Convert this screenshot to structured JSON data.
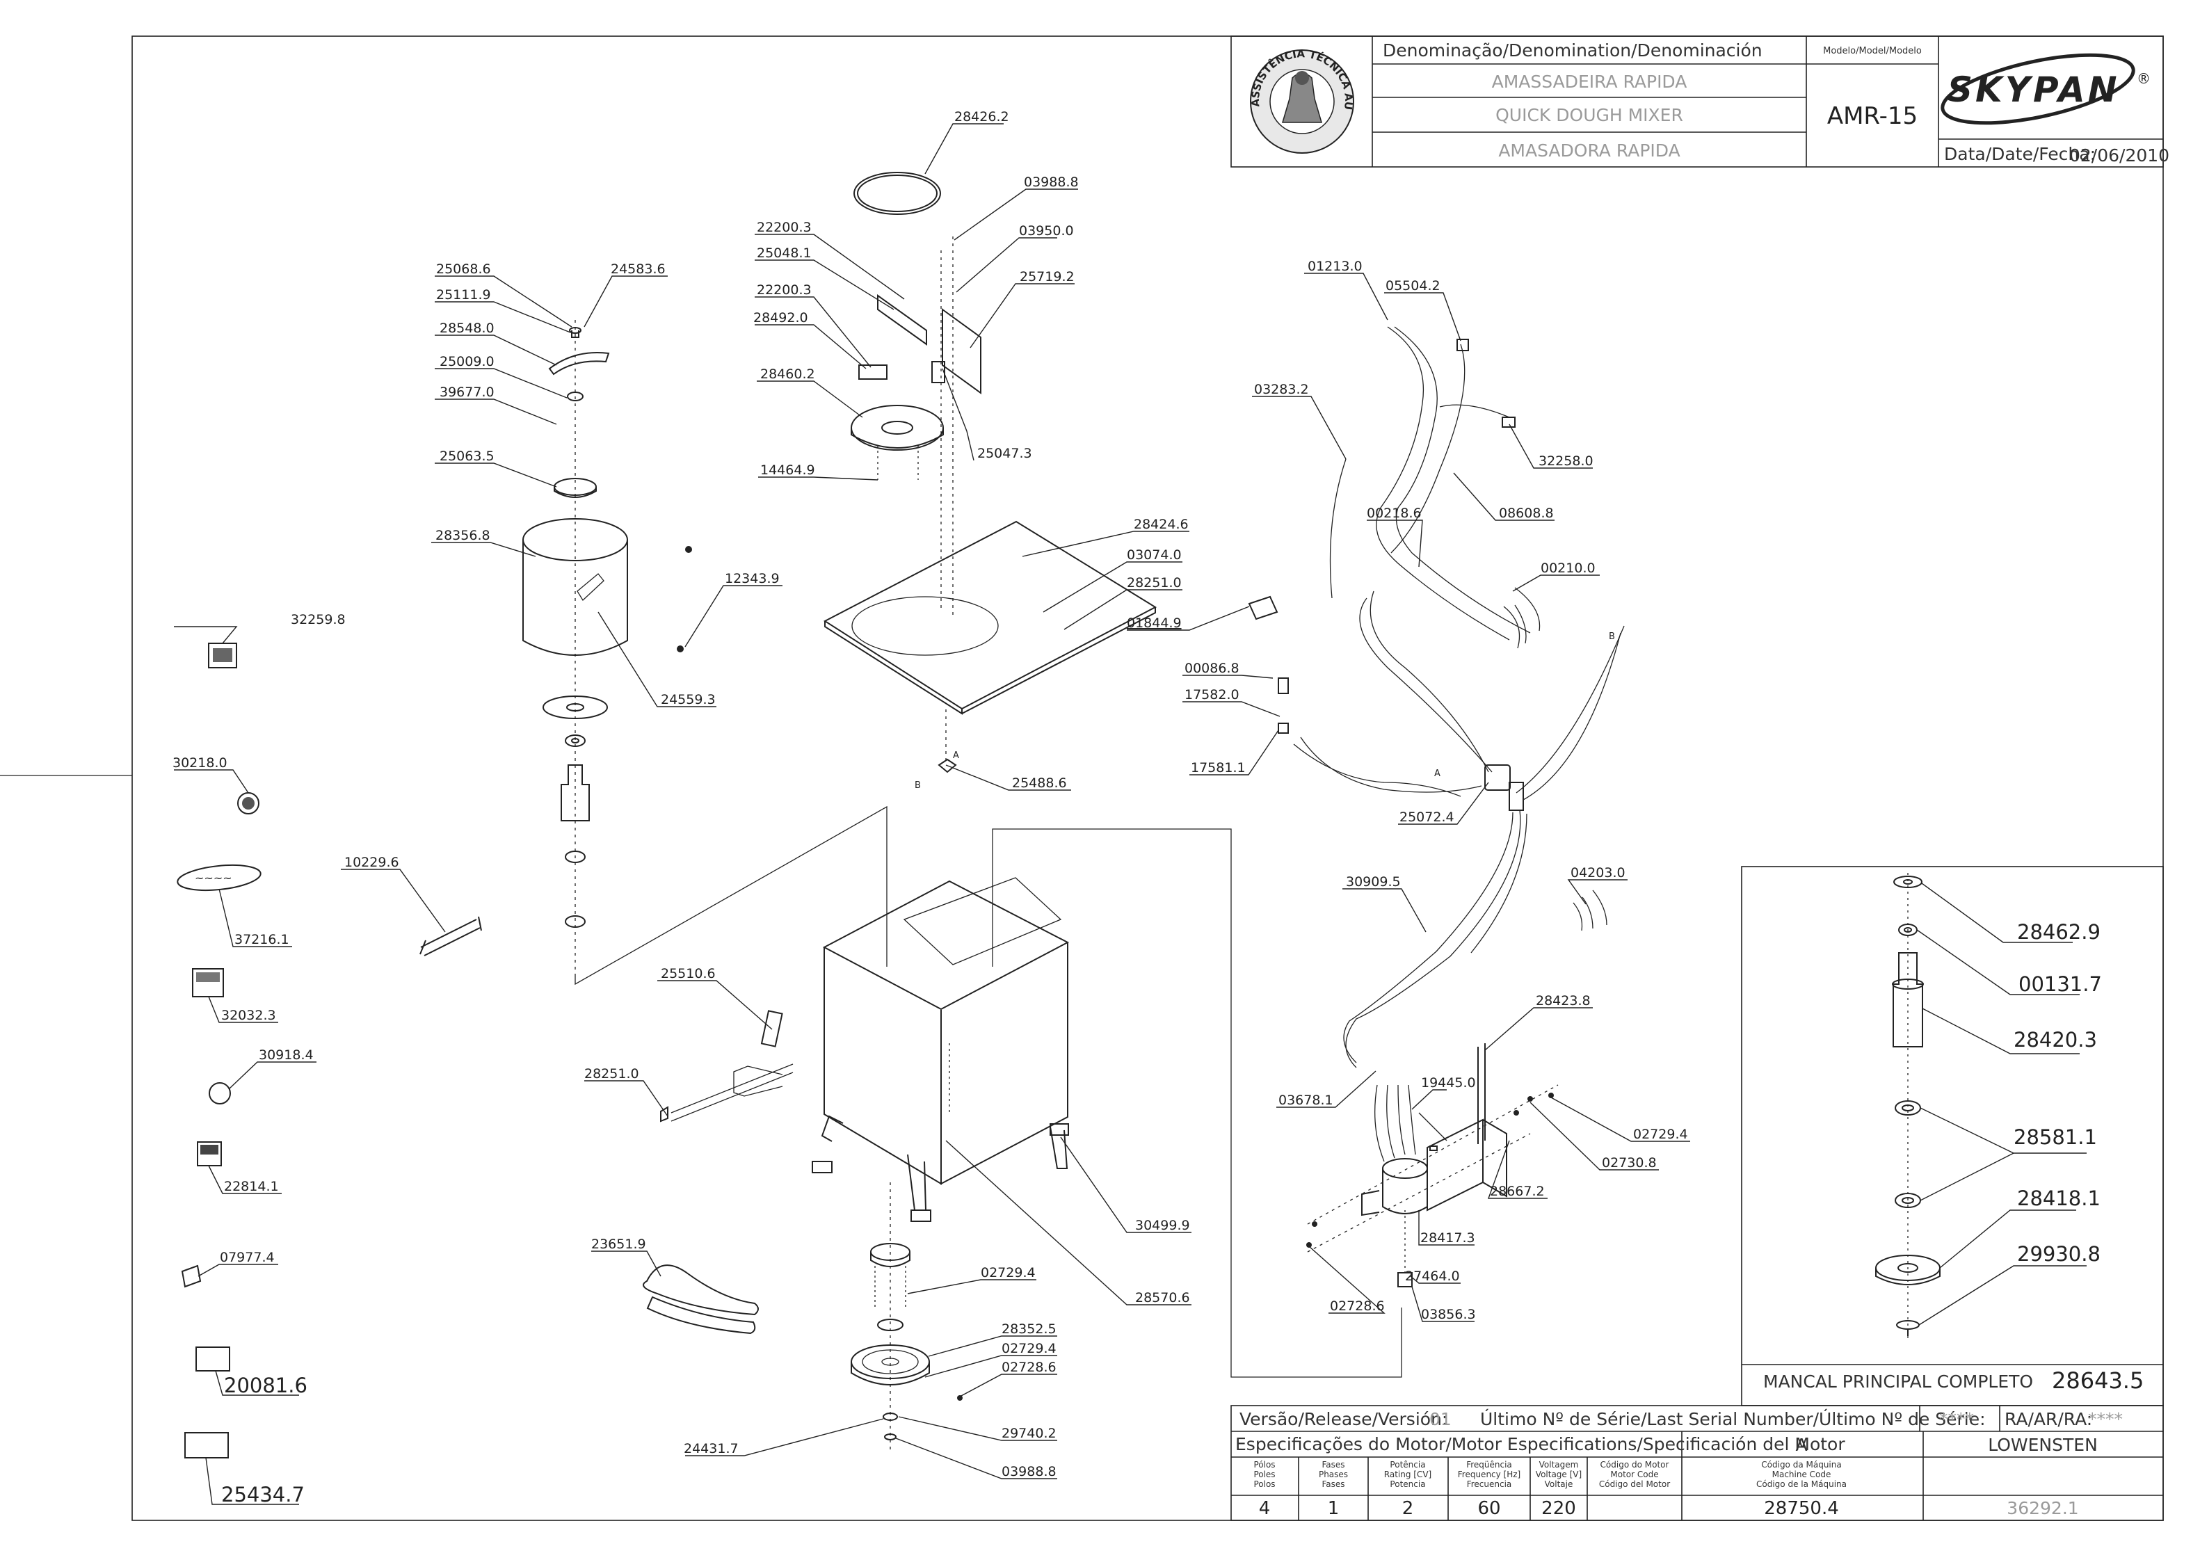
{
  "title_block": {
    "denomination_header": "Denominação/Denomination/Denominación",
    "name_pt": "AMASSADEIRA RAPIDA",
    "name_en": "QUICK DOUGH MIXER",
    "name_es": "AMASADORA RAPIDA",
    "model_header": "Modelo/Model/Modelo",
    "model": "AMR-15",
    "brand": "SKYPAN",
    "brand_mark": "®",
    "date_label": "Data/Date/Fecha:",
    "date": "02/06/2010",
    "seal_text": "ASSISTÊNCIA TÉCNICA AUTORIZADA"
  },
  "bottom_block": {
    "release_label": "Versão/Release/Versión:",
    "release": "01",
    "serial_label": "Último Nº de Série/Last Serial Number/Último Nº de Série:",
    "serial": "****",
    "ra_label": "RA/AR/RA:",
    "ra": "****",
    "motor_spec_label": "Especificações do Motor/Motor Especifications/Specificación del Motor",
    "spec_a": "A",
    "manufacturer": "LOWENSTEN",
    "columns": [
      {
        "header": [
          "Pólos",
          "Poles",
          "Polos"
        ],
        "value": "4"
      },
      {
        "header": [
          "Fases",
          "Phases",
          "Fases"
        ],
        "value": "1"
      },
      {
        "header": [
          "Potência",
          "Rating [CV]",
          "Potencia"
        ],
        "value": "2"
      },
      {
        "header": [
          "Freqüência",
          "Frequency [Hz]",
          "Frecuencia"
        ],
        "value": "60"
      },
      {
        "header": [
          "Voltagem",
          "Voltage [V]",
          "Voltaje"
        ],
        "value": "220"
      },
      {
        "header": [
          "Código do Motor",
          "Motor Code",
          "Código del Motor"
        ],
        "value": "28750.4"
      },
      {
        "header": [
          "Código da Máquina",
          "Machine Code",
          "Código de la Máquina"
        ],
        "value": "36292.1"
      }
    ]
  },
  "inset": {
    "title": "MANCAL PRINCIPAL COMPLETO",
    "code": "28643.5",
    "labels": [
      "28462.9",
      "00131.7",
      "28420.3",
      "28581.1",
      "28418.1",
      "29930.8"
    ]
  },
  "labels": {
    "l01": "28426.2",
    "l02": "03988.8",
    "l03": "22200.3",
    "l04": "03950.0",
    "l05": "25048.1",
    "l06": "25719.2",
    "l07": "22200.3",
    "l08": "28492.0",
    "l09": "28460.2",
    "l10": "25047.3",
    "l11": "14464.9",
    "l12": "28424.6",
    "l13": "03074.0",
    "l14": "28251.0",
    "l15": "25068.6",
    "l16": "24583.6",
    "l17": "25111.9",
    "l18": "28548.0",
    "l19": "25009.0",
    "l20": "39677.0",
    "l21": "25063.5",
    "l22": "28356.8",
    "l23": "12343.9",
    "l24": "24559.3",
    "l25": "32259.8",
    "l26": "30218.0",
    "l27": "10229.6",
    "l28": "37216.1",
    "l29": "32032.3",
    "l30": "30918.4",
    "l31": "22814.1",
    "l32": "07977.4",
    "l33": "20081.6",
    "l34": "25434.7",
    "l35": "25488.6",
    "l36": "25510.6",
    "l37": "28251.0",
    "l38": "30499.9",
    "l39": "28570.6",
    "l40": "23651.9",
    "l41": "02729.4",
    "l42": "28352.5",
    "l43": "02729.4",
    "l44": "02728.6",
    "l45": "24431.7",
    "l46": "29740.2",
    "l47": "03988.8",
    "l48": "01213.0",
    "l49": "05504.2",
    "l50": "03283.2",
    "l51": "32258.0",
    "l52": "00218.6",
    "l53": "08608.8",
    "l54": "00210.0",
    "l55": "01844.9",
    "l56": "00086.8",
    "l57": "17582.0",
    "l58": "17581.1",
    "l59": "25072.4",
    "l60": "30909.5",
    "l61": "04203.0",
    "l62": "28423.8",
    "l63": "03678.1",
    "l64": "19445.0",
    "l65": "02729.4",
    "l66": "02730.8",
    "l67": "28667.2",
    "l68": "28417.3",
    "l69": "27464.0",
    "l70": "02728.6",
    "l71": "03856.3"
  },
  "markers": {
    "a": "A",
    "b": "B"
  },
  "colors": {
    "ink": "#222222",
    "grey_text": "#9a9a9a",
    "background": "#ffffff"
  }
}
